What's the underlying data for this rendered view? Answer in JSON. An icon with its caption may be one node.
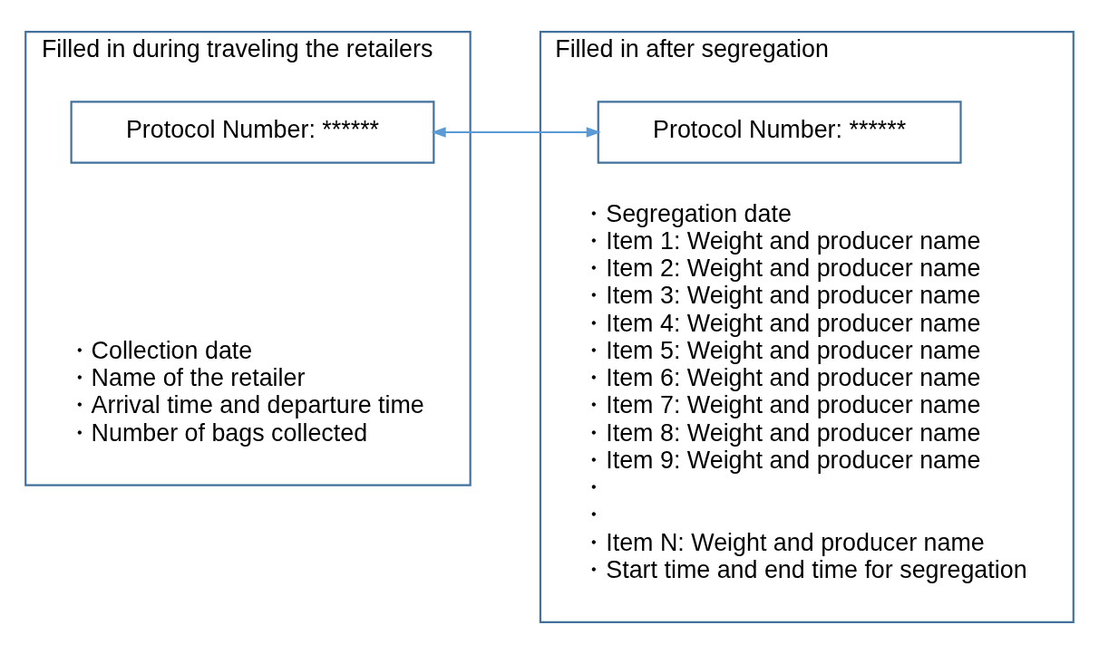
{
  "diagram": {
    "nodes": [
      {
        "text": [
          "Filled in during traveling the retailers",
          "・Collection date",
          "・Name of the retailer",
          "・Arrival time and departure time",
          "・Number of bags collected"
        ]
      },
      {
        "text": [
          "Protocol Number: ******"
        ],
        "in": 0
      },
      {
        "text": [
          "Filled in after segregation",
          "・Segregation date",
          "・Item 1: Weight and producer name",
          "・Item 2: Weight and producer name",
          "・Item 3: Weight and producer name",
          "・Item 4: Weight and producer name",
          "・Item 5: Weight and producer name",
          "・Item 6: Weight and producer name",
          "・Item 7: Weight and producer name",
          "・Item 8: Weight and producer name",
          "・Item 9: Weight and producer name",
          "・",
          "・",
          "・Item N: Weight and producer name",
          "・Start time and end time for segregation"
        ]
      },
      {
        "text": [
          "Protocol Number: ******"
        ],
        "in": 2
      }
    ],
    "edges": [
      {
        "from": 1,
        "to": 3,
        "arrow": "both"
      }
    ]
  }
}
